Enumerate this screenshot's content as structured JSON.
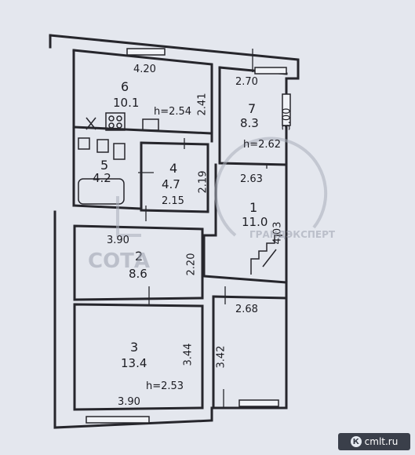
{
  "rooms": [
    {
      "number": "6",
      "area": "10.1",
      "height": "h=2.54",
      "width_top": "4.20",
      "side": "2.41"
    },
    {
      "number": "7",
      "area": "8.3",
      "height": "h=2.62",
      "width_top": "2.70",
      "side": "3.00"
    },
    {
      "number": "5",
      "area": "4.2"
    },
    {
      "number": "4",
      "area": "4.7",
      "width_bottom": "2.15",
      "side": "2.19"
    },
    {
      "number": "1",
      "area": "11.0",
      "width_top": "2.63",
      "side": "4.03"
    },
    {
      "number": "2",
      "area": "8.6",
      "width_top": "3.90",
      "side": "2.20"
    },
    {
      "number": "3",
      "area": "13.4",
      "height": "h=2.53",
      "width_bottom": "3.90",
      "side": "3.44"
    },
    {
      "width_top": "2.68",
      "side": "3.42"
    }
  ],
  "watermarks": {
    "left": "СОТА",
    "right": "ГРАНДЭКСПЕРТ"
  },
  "corner_tag": {
    "label": "cmlt.ru",
    "logo": "К"
  }
}
